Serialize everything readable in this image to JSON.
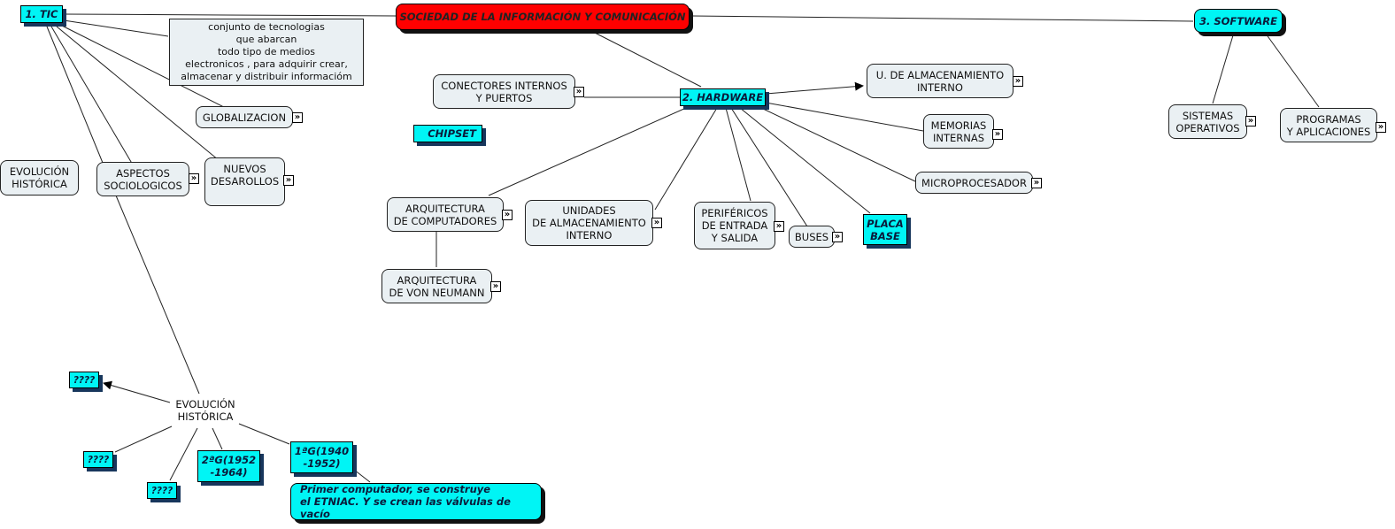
{
  "map_title": "SOCIEDAD DE LA INFORMACIÓN Y COMUNICACIÓN",
  "colors": {
    "root": "#ff0000",
    "highlight": "#00f5f5",
    "concept_bg": "#eaf0f3",
    "shadow": "#17365c"
  },
  "nodes": {
    "root": "SOCIEDAD DE LA INFORMACIÓN Y COMUNICACIÓN",
    "tic": "1. TIC",
    "tic_def": "conjunto de tecnologias\nque abarcan\ntodo tipo de medios\nelectronicos , para adquirir crear,\nalmacenar y distribuir informacióm",
    "globalizacion": "GLOBALIZACION",
    "evolucion_top": "EVOLUCIÓN\nHISTÓRICA",
    "aspectos": "ASPECTOS\nSOCIOLOGICOS",
    "nuevos": "NUEVOS\nDESAROLLOS",
    "hardware": "2. HARDWARE",
    "conectores": "CONECTORES INTERNOS\nY PUERTOS",
    "chipset": "CHIPSET",
    "u_almac": "U. DE ALMACENAMIENTO\nINTERNO",
    "memorias": "MEMORIAS\nINTERNAS",
    "micro": "MICROPROCESADOR",
    "arq_comp": "ARQUITECTURA\nDE COMPUTADORES",
    "arq_von": "ARQUITECTURA\nDE VON NEUMANN",
    "unidades_almac": "UNIDADES\nDE ALMACENAMIENTO\nINTERNO",
    "perifericos": "PERIFÉRICOS\nDE ENTRADA\nY SALIDA",
    "buses": "BUSES",
    "placa": "PLACA\nBASE",
    "software": "3. SOFTWARE",
    "sistemas": "SISTEMAS\nOPERATIVOS",
    "programas": "PROGRAMAS\nY APLICACIONES",
    "evolucion_hist": "EVOLUCIÓN\nHISTÓRICA",
    "q1": "????",
    "q2": "????",
    "q3": "????",
    "g2": "2ªG(1952\n-1964)",
    "g1": "1ªG(1940\n-1952)",
    "primer": "Primer computador, se construye\nel ETNIAC.  Y se crean las válvulas de vacío"
  },
  "expand_icon": "»",
  "extra_marker": "?"
}
